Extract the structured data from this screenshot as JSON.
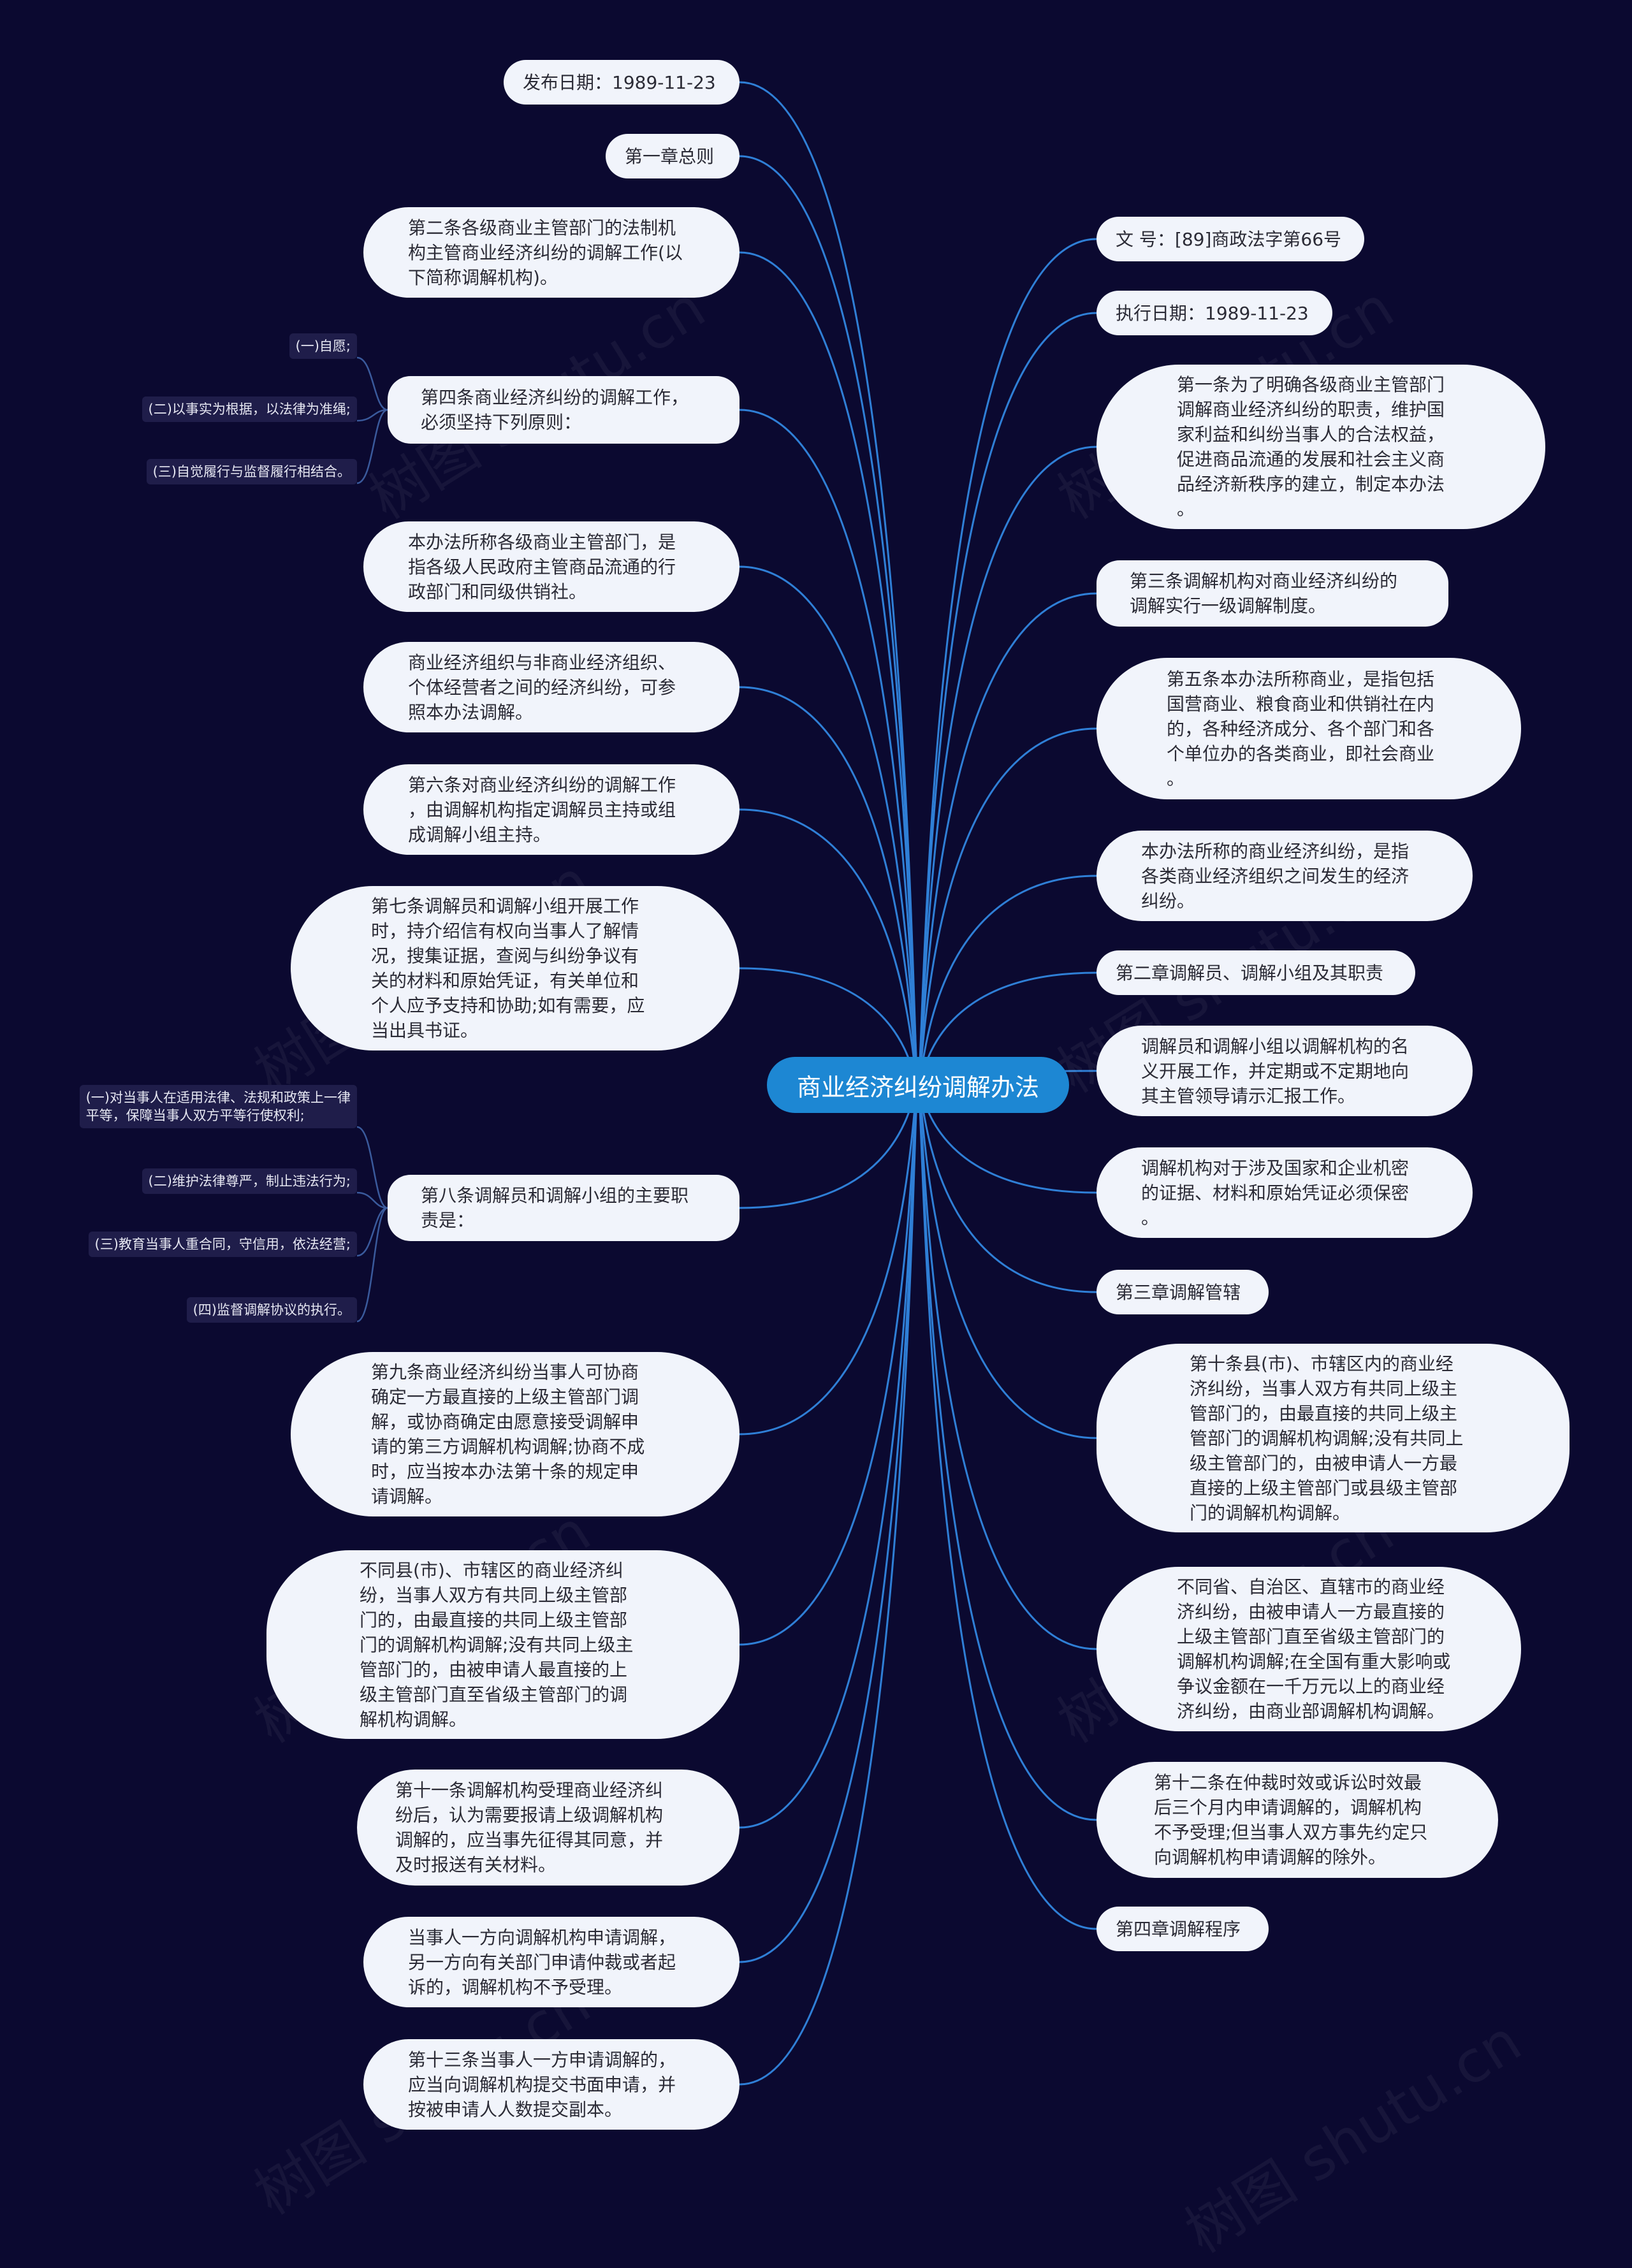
{
  "central": {
    "label": "商业经济纠纷调解办法"
  },
  "left": {
    "publish_date": "发布日期：1989-11-23",
    "chapter1": "第一章总则",
    "art2": "第二条各级商业主管部门的法制机\n构主管商业经济纠纷的调解工作(以\n下简称调解机构)。",
    "art4": "第四条商业经济纠纷的调解工作，\n必须坚持下列原则：",
    "art4_items": [
      "(一)自愿;",
      "(二)以事实为根据，以法律为准绳;",
      "(三)自觉履行与监督履行相结合。"
    ],
    "dept_def": "本办法所称各级商业主管部门，是\n指各级人民政府主管商品流通的行\n政部门和同级供销社。",
    "other_orgs": "商业经济组织与非商业经济组织、\n个体经营者之间的经济纠纷，可参\n照本办法调解。",
    "art6": "第六条对商业经济纠纷的调解工作\n，由调解机构指定调解员主持或组\n成调解小组主持。",
    "art7": "第七条调解员和调解小组开展工作\n时，持介绍信有权向当事人了解情\n况，搜集证据，查阅与纠纷争议有\n关的材料和原始凭证，有关单位和\n个人应予支持和协助;如有需要，应\n当出具书证。",
    "art8": "第八条调解员和调解小组的主要职\n责是：",
    "art8_items": [
      "(一)对当事人在适用法律、法规和政策上一律\n平等，保障当事人双方平等行使权利;",
      "(二)维护法律尊严，制止违法行为;",
      "(三)教育当事人重合同，守信用，依法经营;",
      "(四)监督调解协议的执行。"
    ],
    "art9": "第九条商业经济纠纷当事人可协商\n确定一方最直接的上级主管部门调\n解，或协商确定由愿意接受调解申\n请的第三方调解机构调解;协商不成\n时，应当按本办法第十条的规定申\n请调解。",
    "diff_county": "不同县(市)、市辖区的商业经济纠\n纷，当事人双方有共同上级主管部\n门的，由最直接的共同上级主管部\n门的调解机构调解;没有共同上级主\n管部门的，由被申请人最直接的上\n级主管部门直至省级主管部门的调\n解机构调解。",
    "art11": "第十一条调解机构受理商业经济纠\n纷后，认为需要报请上级调解机构\n调解的，应当事先征得其同意，并\n及时报送有关材料。",
    "one_party": "当事人一方向调解机构申请调解，\n另一方向有关部门申请仲裁或者起\n诉的，调解机构不予受理。",
    "art13": "第十三条当事人一方申请调解的，\n应当向调解机构提交书面申请，并\n按被申请人人数提交副本。"
  },
  "right": {
    "doc_no": "文 号：[89]商政法字第66号",
    "exec_date": "执行日期：1989-11-23",
    "art1": "第一条为了明确各级商业主管部门\n调解商业经济纠纷的职责，维护国\n家利益和纠纷当事人的合法权益，\n促进商品流通的发展和社会主义商\n品经济新秩序的建立，制定本办法\n。",
    "art3": "第三条调解机构对商业经济纠纷的\n调解实行一级调解制度。",
    "art5": "第五条本办法所称商业，是指包括\n国营商业、粮食商业和供销社在内\n的，各种经济成分、各个部门和各\n个单位办的各类商业，即社会商业\n。",
    "dispute_def": "本办法所称的商业经济纠纷，是指\n各类商业经济组织之间发生的经济\n纠纷。",
    "chapter2": "第二章调解员、调解小组及其职责",
    "mediator_work": "调解员和调解小组以调解机构的名\n义开展工作，并定期或不定期地向\n其主管领导请示汇报工作。",
    "secret": "调解机构对于涉及国家和企业机密\n的证据、材料和原始凭证必须保密\n。",
    "chapter3": "第三章调解管辖",
    "art10": "第十条县(市)、市辖区内的商业经\n济纠纷，当事人双方有共同上级主\n管部门的，由最直接的共同上级主\n管部门的调解机构调解;没有共同上\n级主管部门的，由被申请人一方最\n直接的上级主管部门或县级主管部\n门的调解机构调解。",
    "diff_province": "不同省、自治区、直辖市的商业经\n济纠纷，由被申请人一方最直接的\n上级主管部门直至省级主管部门的\n调解机构调解;在全国有重大影响或\n争议金额在一千万元以上的商业经\n济纠纷，由商业部调解机构调解。",
    "art12": "第十二条在仲裁时效或诉讼时效最\n后三个月内申请调解的，调解机构\n不予受理;但当事人双方事先约定只\n向调解机构申请调解的除外。",
    "chapter4": "第四章调解程序"
  },
  "watermark": "树图 shutu.cn"
}
